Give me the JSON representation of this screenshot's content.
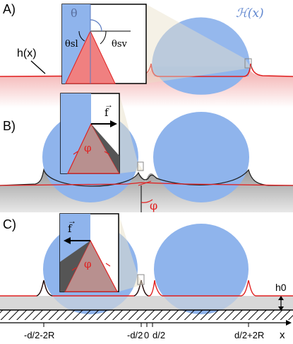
{
  "panels": [
    {
      "label": "A)",
      "curve_label": "h(x)",
      "height_field": "ℋ(x)",
      "inset": {
        "angle_top": "θ",
        "angle_sl": "θsl",
        "angle_sv": "θsv"
      }
    },
    {
      "label": "B)",
      "inset": {
        "force": "f",
        "angle": "φ"
      },
      "tilt_angle": "φ"
    },
    {
      "label": "C)",
      "inset": {
        "force": "f",
        "angle": "φ"
      },
      "film_thickness": "h0"
    }
  ],
  "x_axis": {
    "label": "x",
    "ticks": [
      "-d/2-2R",
      "-d/2",
      "0",
      "d/2",
      "d/2+2R"
    ]
  },
  "colors": {
    "drop": "#8fb4ec",
    "drop_edge": "#5f86cf",
    "substrate": "#d8d8d8",
    "curve": "#e02020",
    "inset_red": "#f08080",
    "inset_grey": "#b8908f"
  }
}
